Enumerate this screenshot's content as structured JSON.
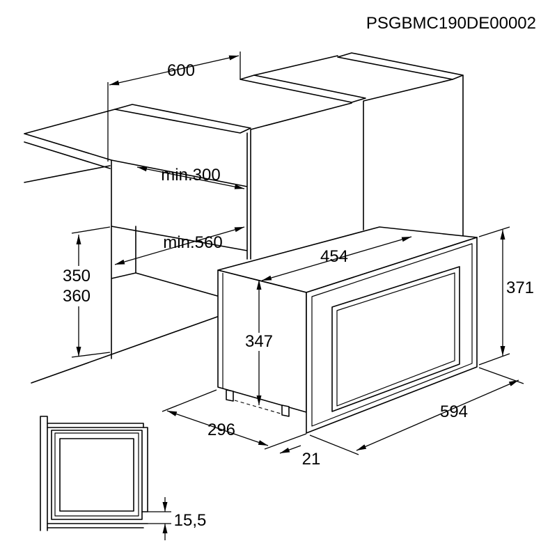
{
  "diagram": {
    "code": "PSGBMC190DE00002",
    "labels": {
      "top_width": "600",
      "upper_depth": "min.300",
      "niche_width": "min.560",
      "niche_height_a": "350",
      "niche_height_b": "360",
      "top_depth": "454",
      "body_height": "347",
      "total_height": "371",
      "depth": "296",
      "width": "594",
      "door_depth": "21",
      "detail_offset": "15,5"
    }
  },
  "colors": {
    "line": "#000000",
    "background": "#ffffff"
  }
}
